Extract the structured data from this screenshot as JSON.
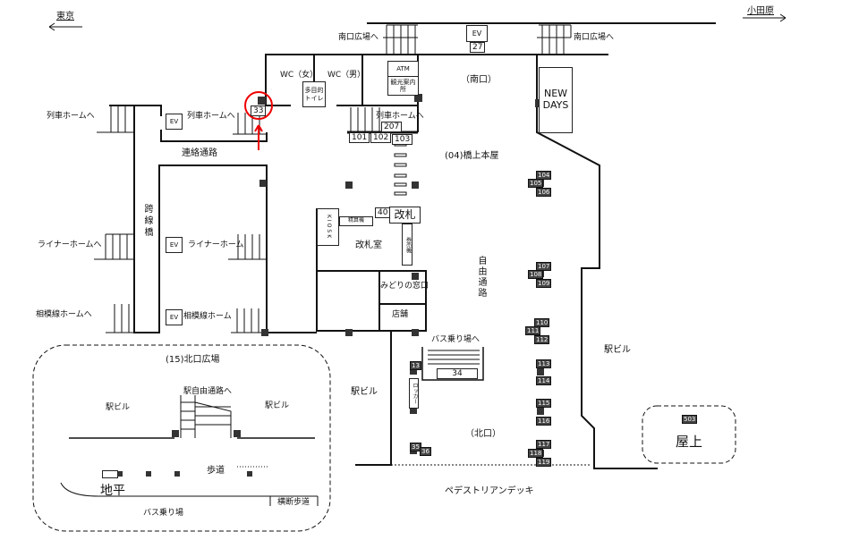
{
  "directions": {
    "left": "東京",
    "right": "小田原"
  },
  "colors": {
    "highlight": "#e60000",
    "line": "#111111",
    "tag": "#444444"
  },
  "labels": {
    "south_plaza_left": "南口広場へ",
    "south_plaza_right": "南口広場へ",
    "wc_female": "WC（女）",
    "wc_male": "WC（男）",
    "multi_toilet": "多目的トイレ",
    "atm": "ATM",
    "tourist_info": "観光案内所",
    "south_exit": "（南口）",
    "newdays": "NEWDAYS",
    "train_home_1": "列車ホームへ",
    "train_home_2": "列車ホームへ",
    "train_home_3": "列車ホームへ",
    "connecting_passage": "連絡通路",
    "main_building": "(04)橋上本屋",
    "kiosk": "KIOSK",
    "fare_adjust": "精算機",
    "ticket_gate": "改札",
    "ticket_machine": "券売機",
    "gate_room": "改札室",
    "free_passage": "自由通路",
    "midori": "みどりの窓口",
    "shop": "店舗",
    "crossover_bridge": "跨線橋",
    "liner_home_1": "ライナーホームへ",
    "liner_home_2": "ライナーホーム",
    "sotetsu_home_1": "相模線ホームへ",
    "sotetsu_home_2": "相模線ホーム",
    "ev": "EV",
    "bus_to": "バス乗り場へ",
    "locker": "ロッカー",
    "station_building_left": "駅ビル",
    "station_building_right": "駅ビル",
    "north_exit": "（北口）",
    "pedestrian_deck": "ペデストリアンデッキ",
    "rooftop": "屋上",
    "north_plaza": "(15)北口広場",
    "to_free_passage": "駅自由通路へ",
    "plaza_building_left": "駅ビル",
    "plaza_building_right": "駅ビル",
    "sidewalk": "歩道",
    "ground": "地平",
    "bus_stop": "バス乗り場",
    "crosswalk": "横断歩道"
  },
  "numbers": {
    "n33": "33",
    "n27": "27",
    "n207": "207",
    "n101": "101",
    "n102": "102",
    "n103": "103",
    "n40": "40",
    "n34": "34",
    "n13": "13",
    "n35": "35",
    "n36": "36",
    "n104": "104",
    "n105": "105",
    "n106": "106",
    "n107": "107",
    "n108": "108",
    "n109": "109",
    "n110": "110",
    "n111": "111",
    "n112": "112",
    "n113": "113",
    "n114": "114",
    "n115": "115",
    "n116": "116",
    "n117": "117",
    "n118": "118",
    "n119": "119",
    "n503": "503"
  }
}
